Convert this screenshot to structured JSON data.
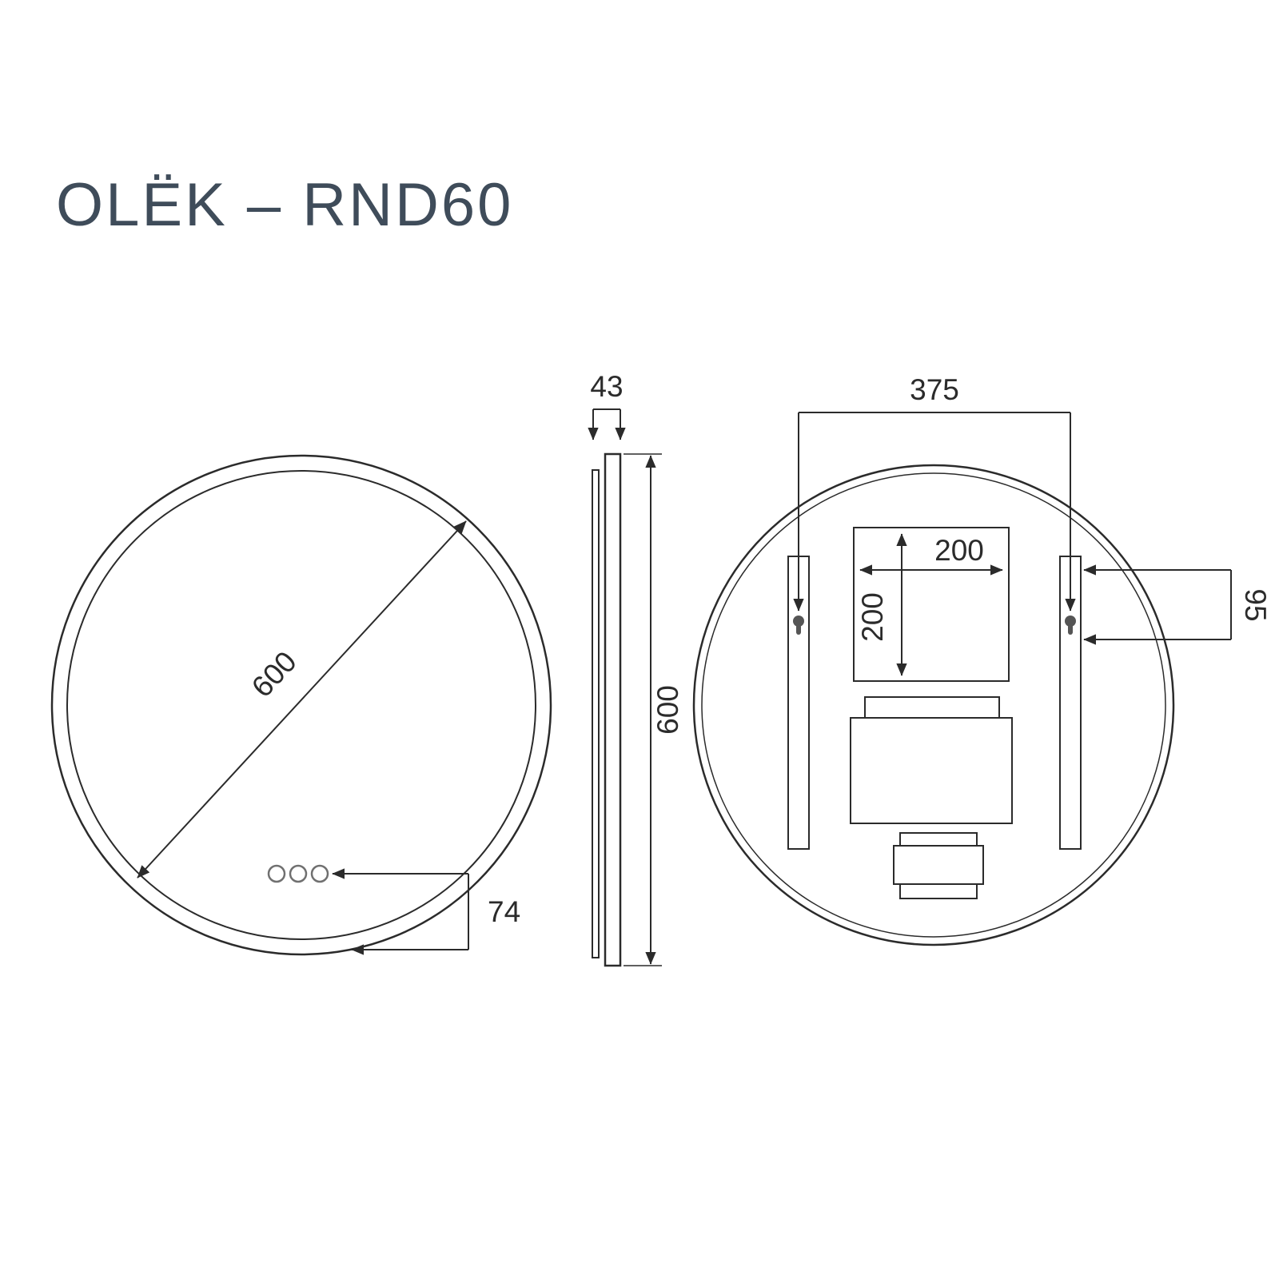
{
  "page": {
    "title": "OLËK – RND60"
  },
  "front_view": {
    "diameter": "600",
    "button_offset": "74"
  },
  "side_view": {
    "depth": "43",
    "height": "600"
  },
  "back_view": {
    "bracket_spacing": "375",
    "cutout_width": "200",
    "cutout_height": "200",
    "bracket_offset": "95"
  },
  "colors": {
    "line": "#2b2b2b",
    "title_text": "#3f4c5a",
    "background": "#ffffff",
    "hanger_fill": "#555555"
  }
}
